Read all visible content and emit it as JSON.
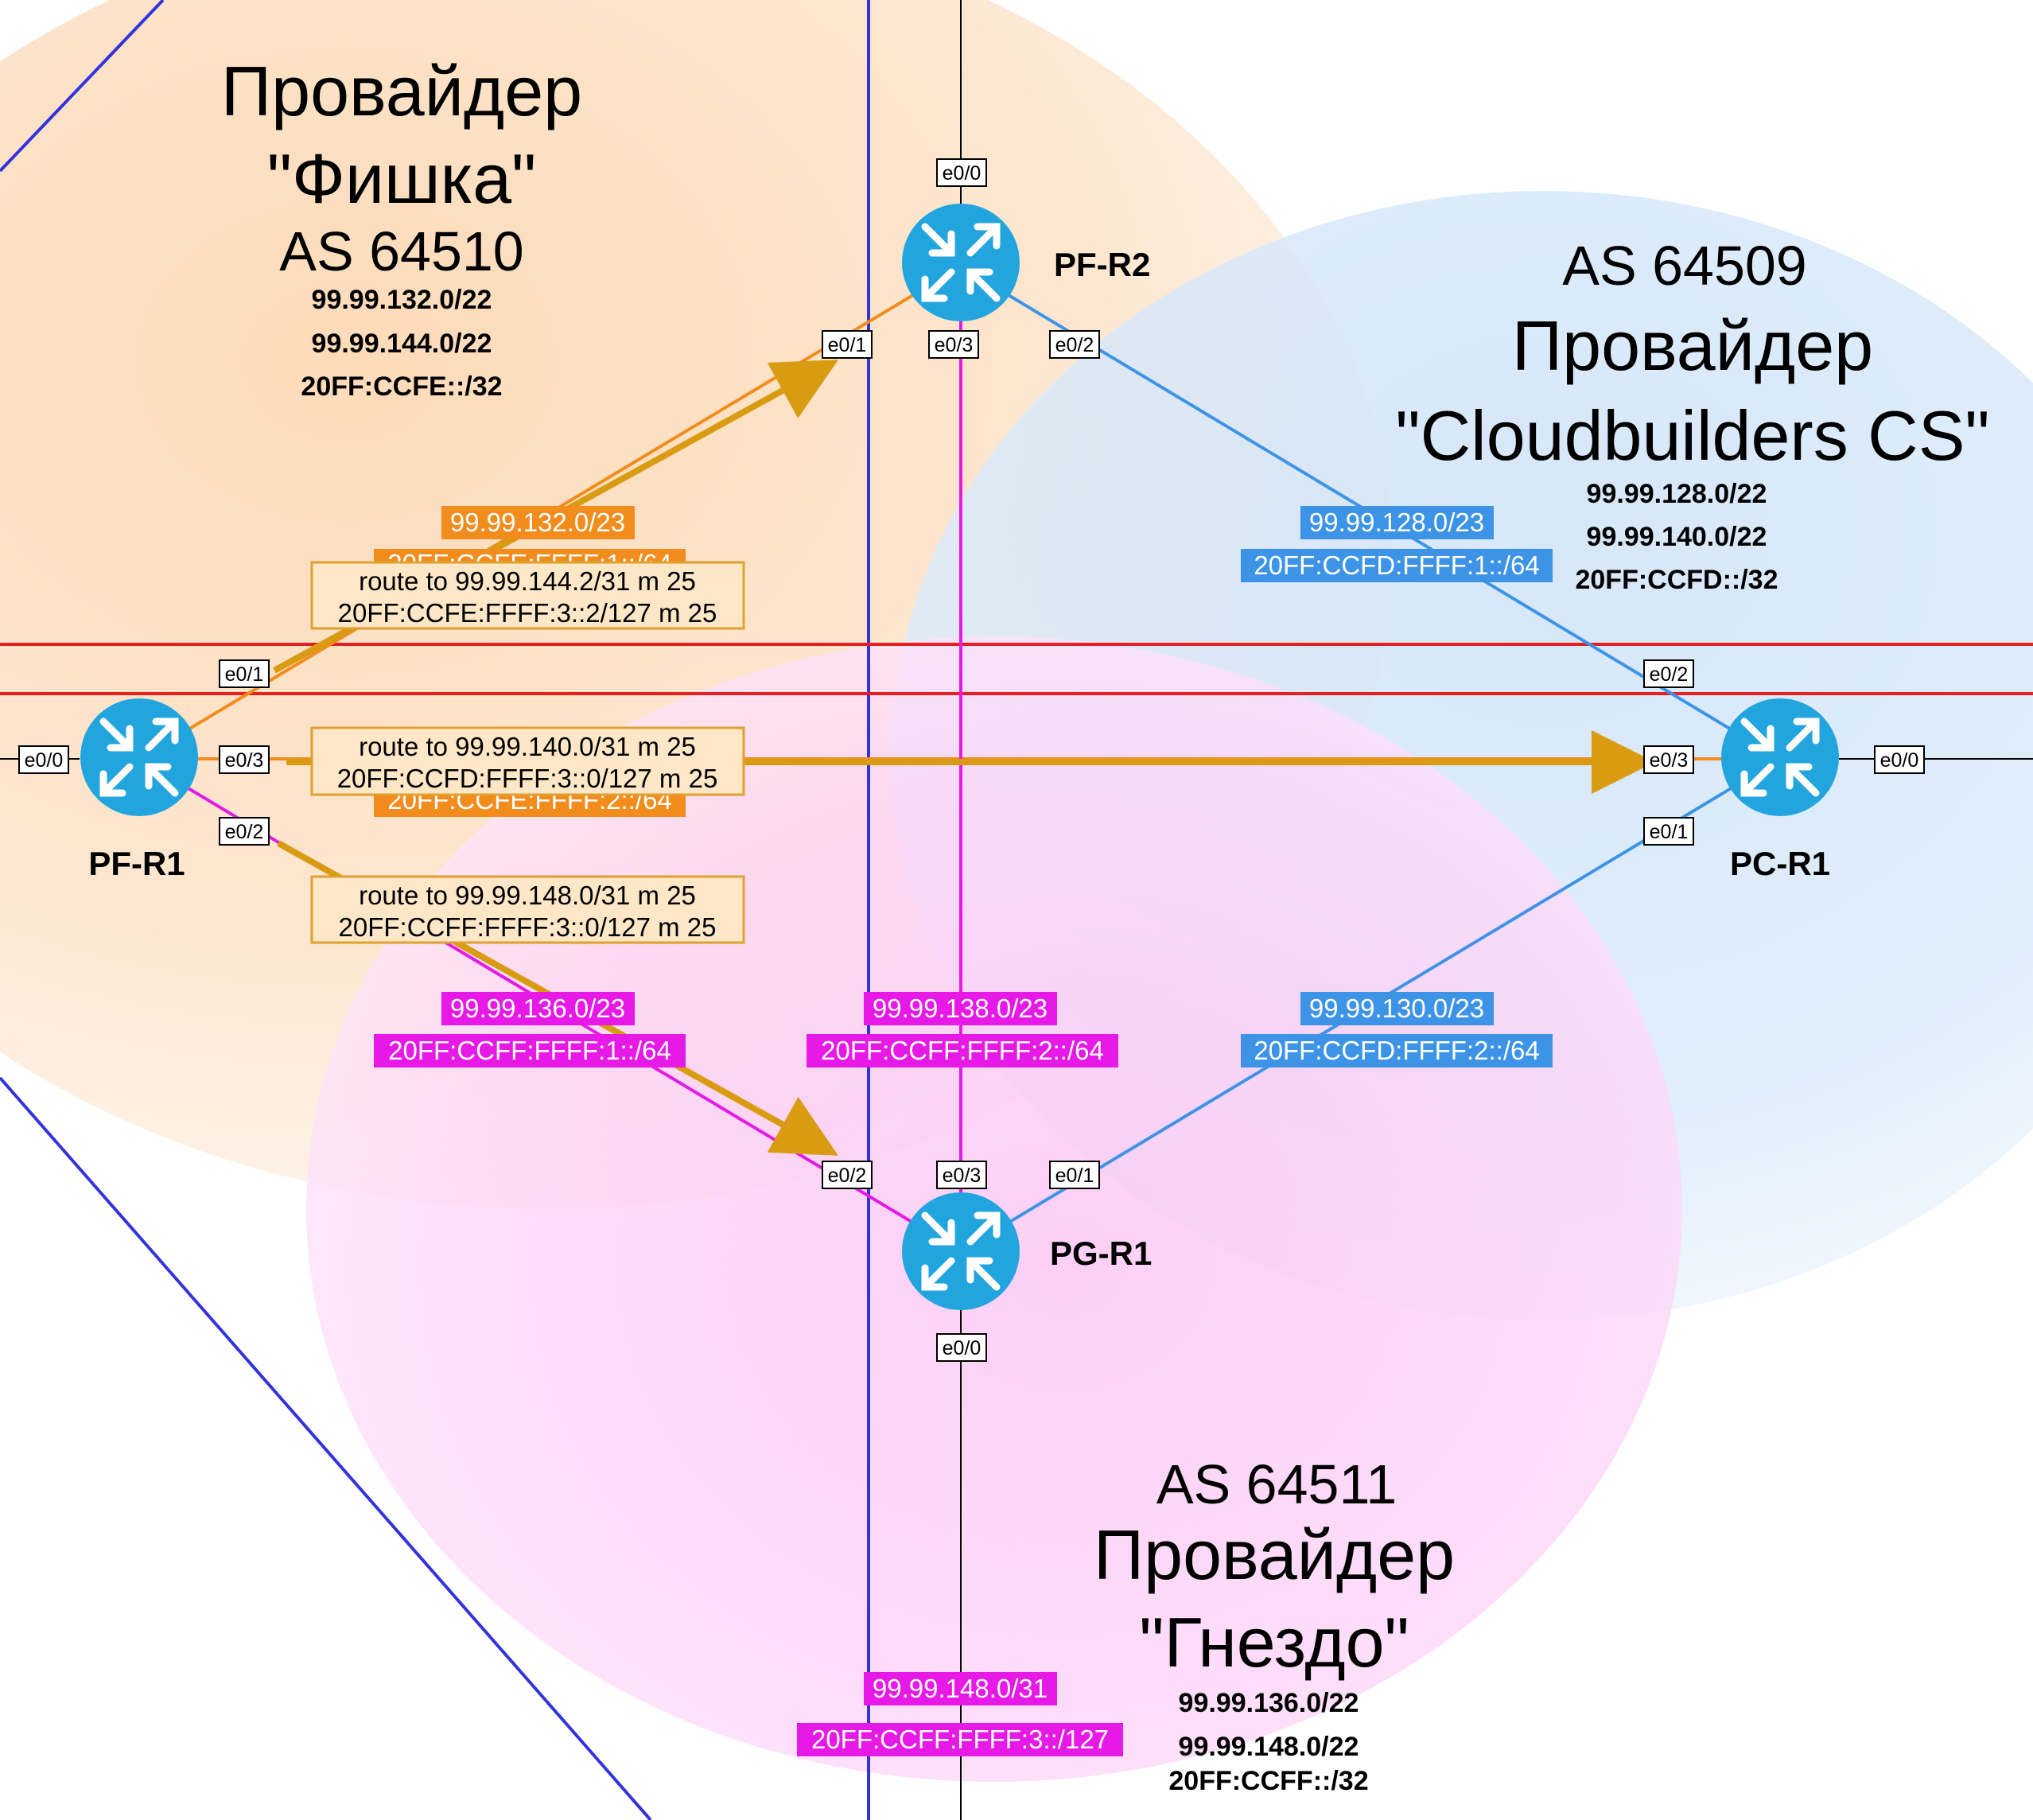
{
  "colors": {
    "fishka": "#f28c1c",
    "cloudbuilders": "#3d94e6",
    "gnezdo": "#e619e6",
    "router": "#22a5de",
    "route_arrow": "#d99b12",
    "route_box_fill": "#fde7c7",
    "route_box_stroke": "#e0a030",
    "blue_line": "#3333dd",
    "red_line": "#e62020"
  },
  "areas": {
    "fishka": {
      "line1": "Провайдер",
      "line2": "\"Фишка\"",
      "as": "AS 64510",
      "prefixes": [
        "99.99.132.0/22",
        "99.99.144.0/22",
        "20FF:CCFE::/32"
      ]
    },
    "cloudbuilders": {
      "as": "AS 64509",
      "line1": "Провайдер",
      "line2": "\"Cloudbuilders CS\"",
      "prefixes": [
        "99.99.128.0/22",
        "99.99.140.0/22",
        "20FF:CCFD::/32"
      ]
    },
    "gnezdo": {
      "as": "AS 64511",
      "line1": "Провайдер",
      "line2": "\"Гнездо\"",
      "prefixes": [
        "99.99.136.0/22",
        "99.99.148.0/22",
        "20FF:CCFF::/32"
      ]
    }
  },
  "routers": {
    "pf_r1": {
      "name": "PF-R1",
      "icon": "router-icon"
    },
    "pf_r2": {
      "name": "PF-R2",
      "icon": "router-icon"
    },
    "pc_r1": {
      "name": "PC-R1",
      "icon": "router-icon"
    },
    "pg_r1": {
      "name": "PG-R1",
      "icon": "router-icon"
    }
  },
  "ports": {
    "pf_r1_e00": "e0/0",
    "pf_r1_e01": "e0/1",
    "pf_r1_e03": "e0/3",
    "pf_r1_e02": "e0/2",
    "pf_r2_e00": "e0/0",
    "pf_r2_e01": "e0/1",
    "pf_r2_e03": "e0/3",
    "pf_r2_e02": "e0/2",
    "pc_r1_e02": "e0/2",
    "pc_r1_e03": "e0/3",
    "pc_r1_e01": "e0/1",
    "pc_r1_e00": "e0/0",
    "pg_r1_e02": "e0/2",
    "pg_r1_e03": "e0/3",
    "pg_r1_e01": "e0/1",
    "pg_r1_e00": "e0/0"
  },
  "links": {
    "pf_r1_pf_r2": {
      "v4": "99.99.132.0/23",
      "v6": "20FF:CCFE:FFFF:1::/64"
    },
    "pf_r1_pc_r1": {
      "v6": "20FF:CCFE:FFFF:2::/64"
    },
    "pf_r2_pc_r1": {
      "v4": "99.99.128.0/23",
      "v6": "20FF:CCFD:FFFF:1::/64"
    },
    "pf_r1_pg_r1": {
      "v4": "99.99.136.0/23",
      "v6": "20FF:CCFF:FFFF:1::/64"
    },
    "pf_r2_pg_r1": {
      "v4": "99.99.138.0/23",
      "v6": "20FF:CCFF:FFFF:2::/64"
    },
    "pc_r1_pg_r1": {
      "v4": "99.99.130.0/23",
      "v6": "20FF:CCFD:FFFF:2::/64"
    },
    "pg_r1_uplink": {
      "v4": "99.99.148.0/31",
      "v6": "20FF:CCFF:FFFF:3::/127"
    }
  },
  "routes": {
    "to_fishka": {
      "line1": "route to 99.99.144.2/31 m 25",
      "line2": "20FF:CCFE:FFFF:3::2/127 m 25"
    },
    "to_cloudbuilders": {
      "line1": "route to 99.99.140.0/31 m 25",
      "line2": "20FF:CCFD:FFFF:3::0/127 m 25"
    },
    "to_gnezdo": {
      "line1": "route to 99.99.148.0/31 m 25",
      "line2": "20FF:CCFF:FFFF:3::0/127 m 25"
    }
  }
}
